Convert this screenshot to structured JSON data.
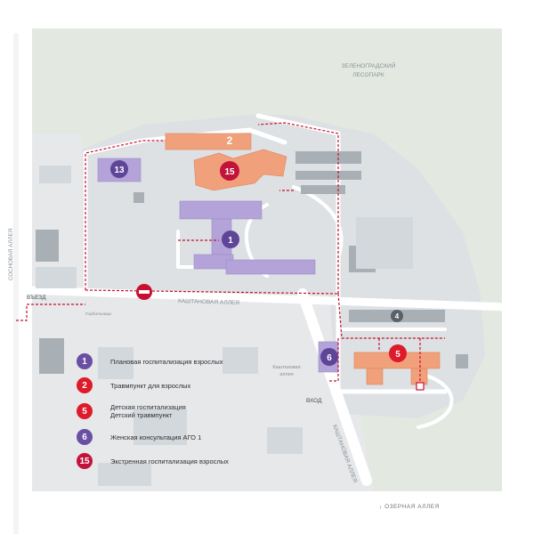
{
  "map": {
    "forest_label_1": "ЗЕЛЕНОГРАДСКИЙ",
    "forest_label_2": "ЛЕСОПАРК",
    "street_sosnovaya": "СОСНОВАЯ АЛЛЕЯ",
    "street_kashtanovaya": "КАШТАНОВАЯ АЛЛЕЯ",
    "street_kashtanovaya_2": "КАШТАНОВАЯ АЛЛЕЯ",
    "small_street_1": "Каштановая",
    "small_street_2": "аллея",
    "entry_label": "ВЪЕЗД",
    "barrier_label": "Горбольница",
    "exit_label": "ВХОД",
    "ozernaya": "ОЗЕРНАЯ АЛЛЕЯ"
  },
  "buildings": {
    "b1": "1",
    "b2": "2",
    "b4": "4",
    "b5": "5",
    "b6": "6",
    "b13": "13",
    "b15": "15"
  },
  "legend": [
    {
      "num": "1",
      "color": "#6a4fa3",
      "lines": [
        "Плановая госпитализация взрослых"
      ]
    },
    {
      "num": "2",
      "color": "#dd1b2b",
      "lines": [
        "Травмпункт для взрослых"
      ]
    },
    {
      "num": "5",
      "color": "#dd1b2b",
      "lines": [
        "Детская госпитализация",
        "Детский травмпункт"
      ]
    },
    {
      "num": "6",
      "color": "#6a4fa3",
      "lines": [
        "Женская консультация АГО 1"
      ]
    },
    {
      "num": "15",
      "color": "#c2143a",
      "lines": [
        "Экстренная госпитализация взрослых"
      ]
    }
  ],
  "colors": {
    "forest": "#e3e9e1",
    "road": "#ffffff",
    "ground": "#dfe3e6",
    "purple_building": "#b3a3d9",
    "orange_building": "#f0a07a",
    "gray_building": "#9ea5ab",
    "route": "#c8102e"
  }
}
